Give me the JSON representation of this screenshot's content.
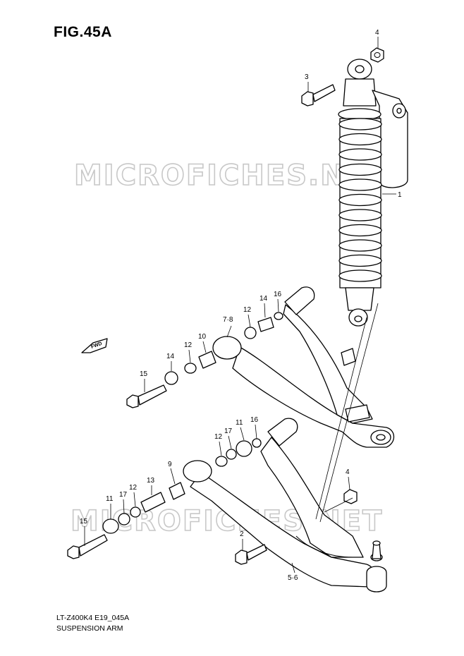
{
  "title": "FIG.45A",
  "footer": {
    "model_code": "LT-Z400K4 E19_045A",
    "section_name": "SUSPENSION ARM"
  },
  "watermark": "MICROFICHES.NET",
  "fwd_label": "FWD",
  "part_labels": {
    "p1": "1",
    "p2": "2",
    "p3": "3",
    "p4a": "4",
    "p4b": "4",
    "p5_6": "5·6",
    "p7_8": "7·8",
    "p9": "9",
    "p10": "10",
    "p11a": "11",
    "p11b": "11",
    "p12a": "12",
    "p12b": "12",
    "p12c": "12",
    "p12d": "12",
    "p13": "13",
    "p14a": "14",
    "p14b": "14",
    "p15a": "15",
    "p15b": "15",
    "p16a": "16",
    "p16b": "16",
    "p17a": "17",
    "p17b": "17"
  },
  "colors": {
    "line": "#000000",
    "watermark": "#c8c8c8",
    "background": "#ffffff"
  }
}
